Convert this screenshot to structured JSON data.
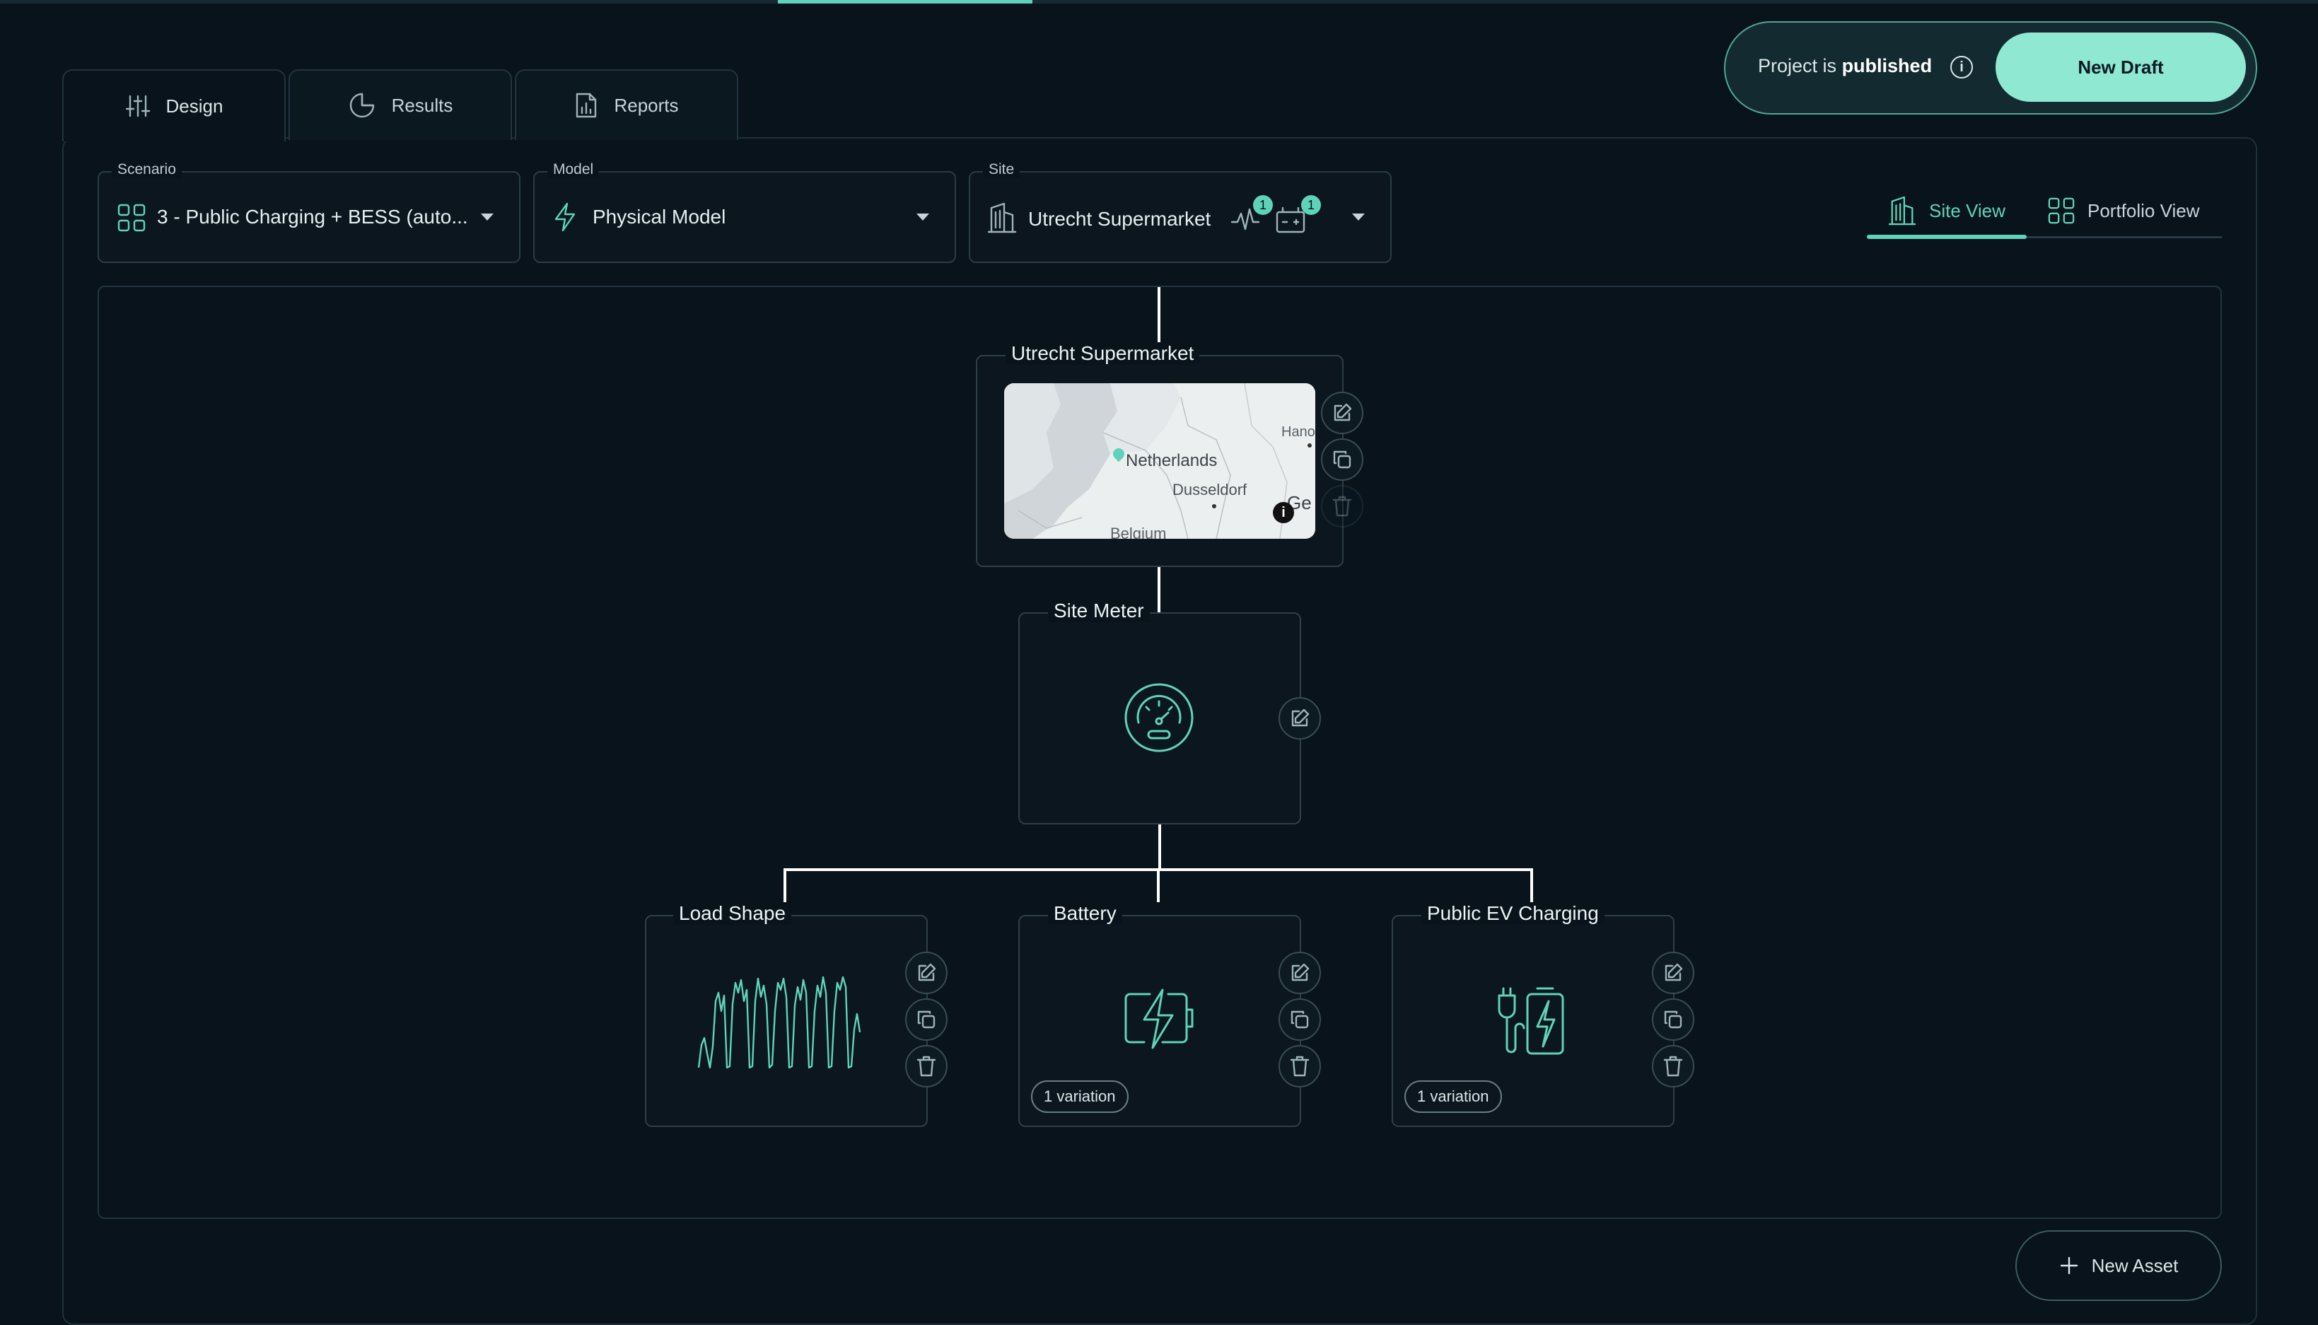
{
  "tabs": [
    {
      "label": "Design",
      "icon": "sliders-icon"
    },
    {
      "label": "Results",
      "icon": "pie-chart-icon"
    },
    {
      "label": "Reports",
      "icon": "report-icon"
    }
  ],
  "publish": {
    "prefix": "Project is",
    "status": "published",
    "new_draft_label": "New Draft"
  },
  "selectors": {
    "scenario": {
      "label": "Scenario",
      "value": "3 - Public Charging + BESS (auto..."
    },
    "model": {
      "label": "Model",
      "value": "Physical Model"
    },
    "site": {
      "label": "Site",
      "value": "Utrecht Supermarket",
      "badge_1": "1",
      "badge_2": "1"
    }
  },
  "views": {
    "site": "Site View",
    "portfolio": "Portfolio View"
  },
  "nodes": {
    "site": {
      "title": "Utrecht Supermarket",
      "map_labels": {
        "country": "Netherlands",
        "city": "Dusseldorf",
        "partial_1": "Hano",
        "partial_2": "Belgium",
        "partial_3": "Ge"
      }
    },
    "meter": {
      "title": "Site Meter"
    },
    "load_shape": {
      "title": "Load Shape"
    },
    "battery": {
      "title": "Battery",
      "badge": "1 variation"
    },
    "ev": {
      "title": "Public EV Charging",
      "badge": "1 variation"
    }
  },
  "new_asset_label": "New Asset",
  "colors": {
    "background": "#08131c",
    "accent": "#5fd3b9",
    "button": "#8fe8d2"
  }
}
